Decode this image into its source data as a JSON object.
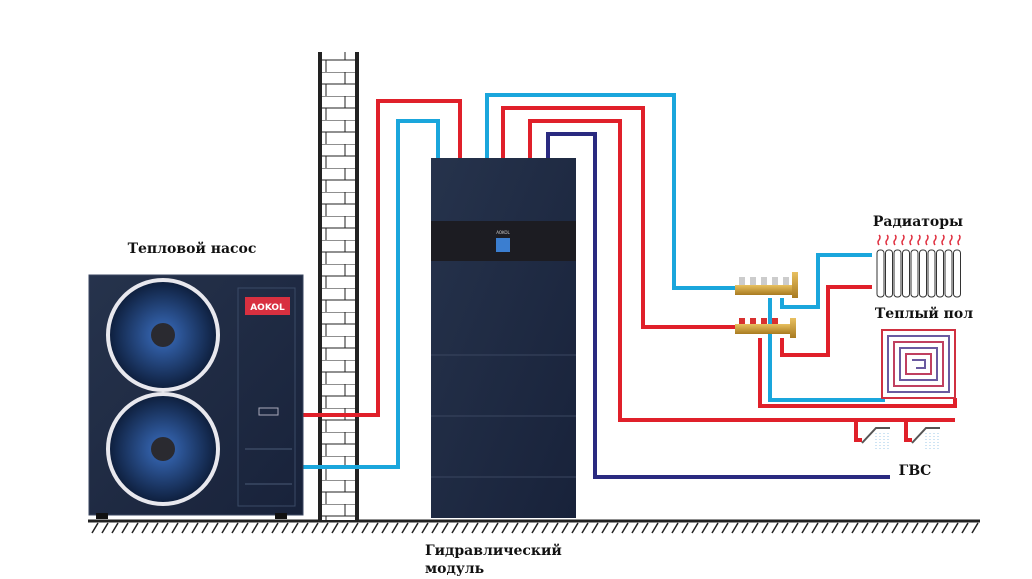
{
  "labels": {
    "heat_pump": "Тепловой насос",
    "hydro_module_line1": "Гидравлический",
    "hydro_module_line2": "модуль",
    "radiators": "Радиаторы",
    "floor_heating": "Теплый пол",
    "hot_water": "ГВС"
  },
  "brand": {
    "heat_pump_logo": "AOKOL",
    "module_logo": "AOKOL"
  },
  "colors": {
    "hot_pipe": "#e0202a",
    "cold_pipe": "#1aa6dc",
    "dhw_return_pipe": "#2a2a80",
    "unit_body": "#1e2a40",
    "logo_badge": "#d83040"
  }
}
